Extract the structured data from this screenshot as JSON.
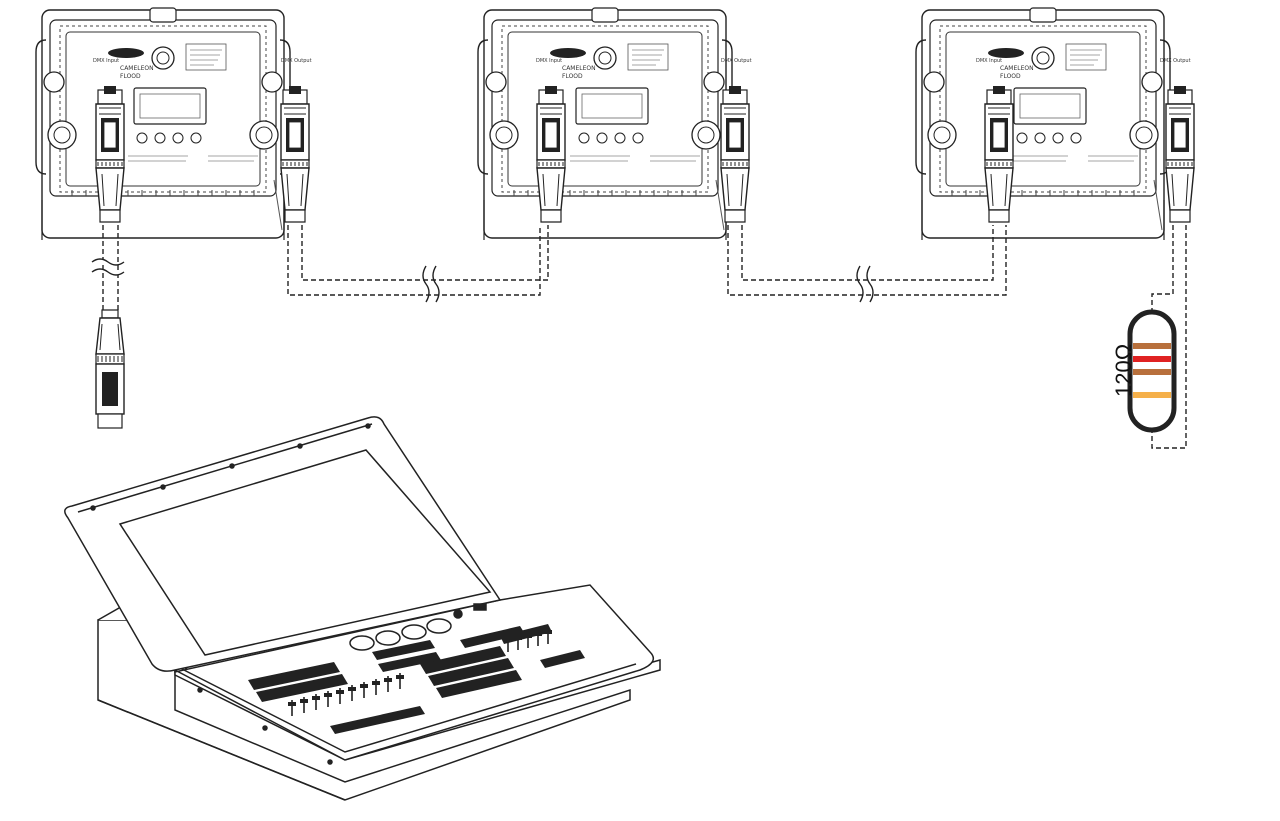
{
  "resistor": {
    "label": "120Ω",
    "bands": [
      "#b8703c",
      "#e02222",
      "#b8703c",
      "#f5b04a"
    ]
  },
  "fixtures": [
    {
      "input_label": "DMX Input",
      "output_label": "DMX Output"
    },
    {
      "input_label": "DMX Input",
      "output_label": "DMX Output"
    },
    {
      "input_label": "DMX Input",
      "output_label": "DMX Output"
    }
  ],
  "colors": {
    "line": "#222222",
    "fill": "#ffffff"
  }
}
